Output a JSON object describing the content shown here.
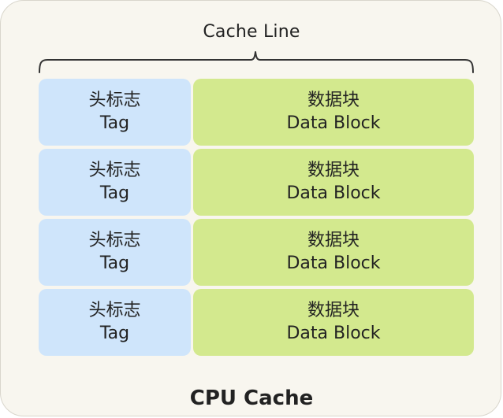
{
  "diagram": {
    "cache_line_label": "Cache Line",
    "rows": [
      {
        "tag_cn": "头标志",
        "tag_en": "Tag",
        "data_cn": "数据块",
        "data_en": "Data Block"
      },
      {
        "tag_cn": "头标志",
        "tag_en": "Tag",
        "data_cn": "数据块",
        "data_en": "Data Block"
      },
      {
        "tag_cn": "头标志",
        "tag_en": "Tag",
        "data_cn": "数据块",
        "data_en": "Data Block"
      },
      {
        "tag_cn": "头标志",
        "tag_en": "Tag",
        "data_cn": "数据块",
        "data_en": "Data Block"
      }
    ],
    "title": "CPU Cache",
    "colors": {
      "tag_fill": "#cfe5fb",
      "data_fill": "#d3e98e",
      "panel_fill": "#f8f6ef",
      "panel_border": "#d9d6cc"
    }
  }
}
